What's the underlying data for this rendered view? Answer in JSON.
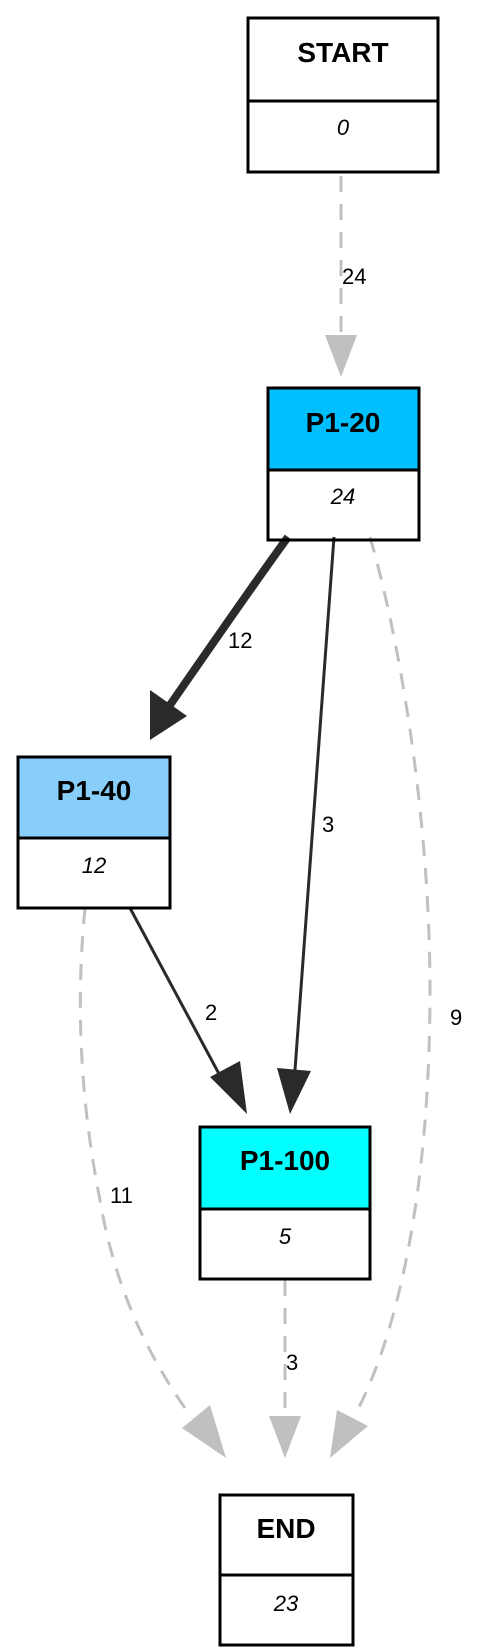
{
  "nodes": {
    "start": {
      "title": "START",
      "count": "0",
      "color": "#ffffff"
    },
    "p1_20": {
      "title": "P1-20",
      "count": "24",
      "color": "#00bfff"
    },
    "p1_40": {
      "title": "P1-40",
      "count": "12",
      "color": "#87cefa"
    },
    "p1_100": {
      "title": "P1-100",
      "count": "5",
      "color": "#00ffff"
    },
    "end": {
      "title": "END",
      "count": "23",
      "color": "#ffffff"
    }
  },
  "edges": {
    "start_p1_20": {
      "label": "24",
      "style": "dashed",
      "color": "#c0c0c0"
    },
    "p1_20_p1_40": {
      "label": "12",
      "style": "solid",
      "color": "#2a2a2a"
    },
    "p1_20_p1_100": {
      "label": "3",
      "style": "solid",
      "color": "#2a2a2a"
    },
    "p1_20_end": {
      "label": "9",
      "style": "dashed",
      "color": "#c0c0c0"
    },
    "p1_40_p1_100": {
      "label": "2",
      "style": "solid",
      "color": "#2a2a2a"
    },
    "p1_40_end": {
      "label": "11",
      "style": "dashed",
      "color": "#c0c0c0"
    },
    "p1_100_end": {
      "label": "3",
      "style": "dashed",
      "color": "#c0c0c0"
    }
  }
}
